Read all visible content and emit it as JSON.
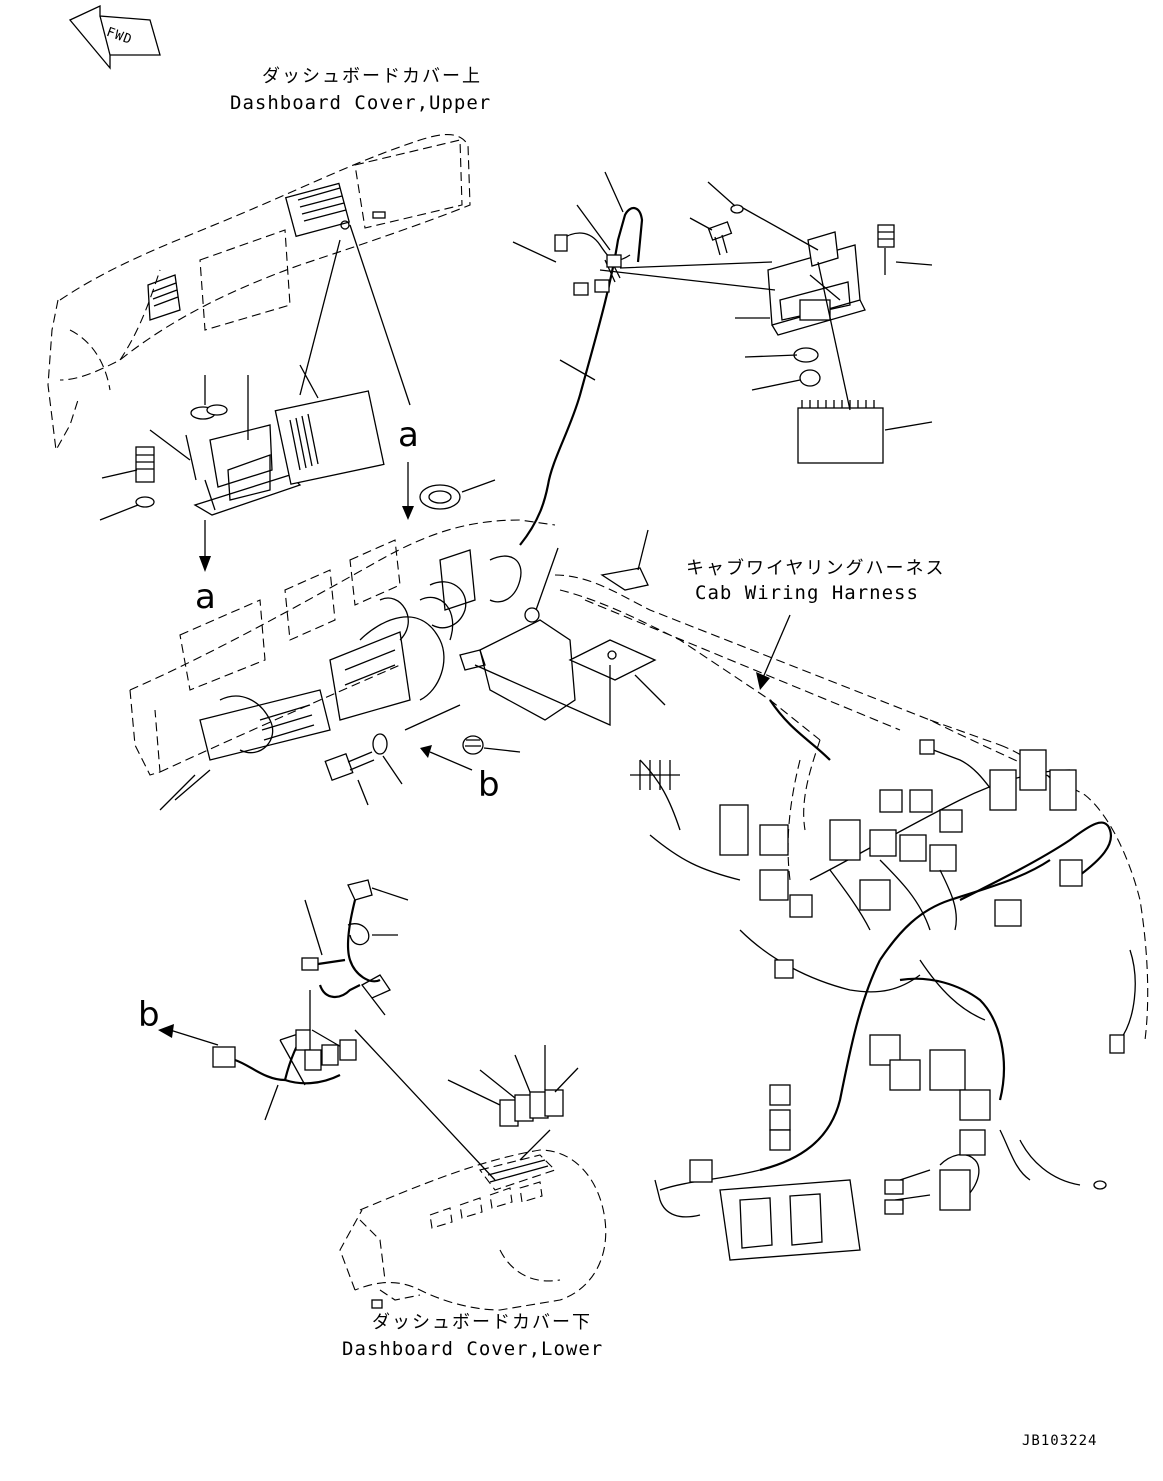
{
  "fwd_label": "FWD",
  "labels": {
    "upper_jp": "ダッシュボードカバー上",
    "upper_en": "Dashboard Cover,Upper",
    "harness_jp": "キャブワイヤリングハーネス",
    "harness_en": "Cab Wiring Harness",
    "lower_jp": "ダッシュボードカバー下",
    "lower_en": "Dashboard Cover,Lower",
    "ref_a_top": "a",
    "ref_a_bottom": "a",
    "ref_b_right": "b",
    "ref_b_left": "b",
    "drawing_no": "JB103224"
  }
}
